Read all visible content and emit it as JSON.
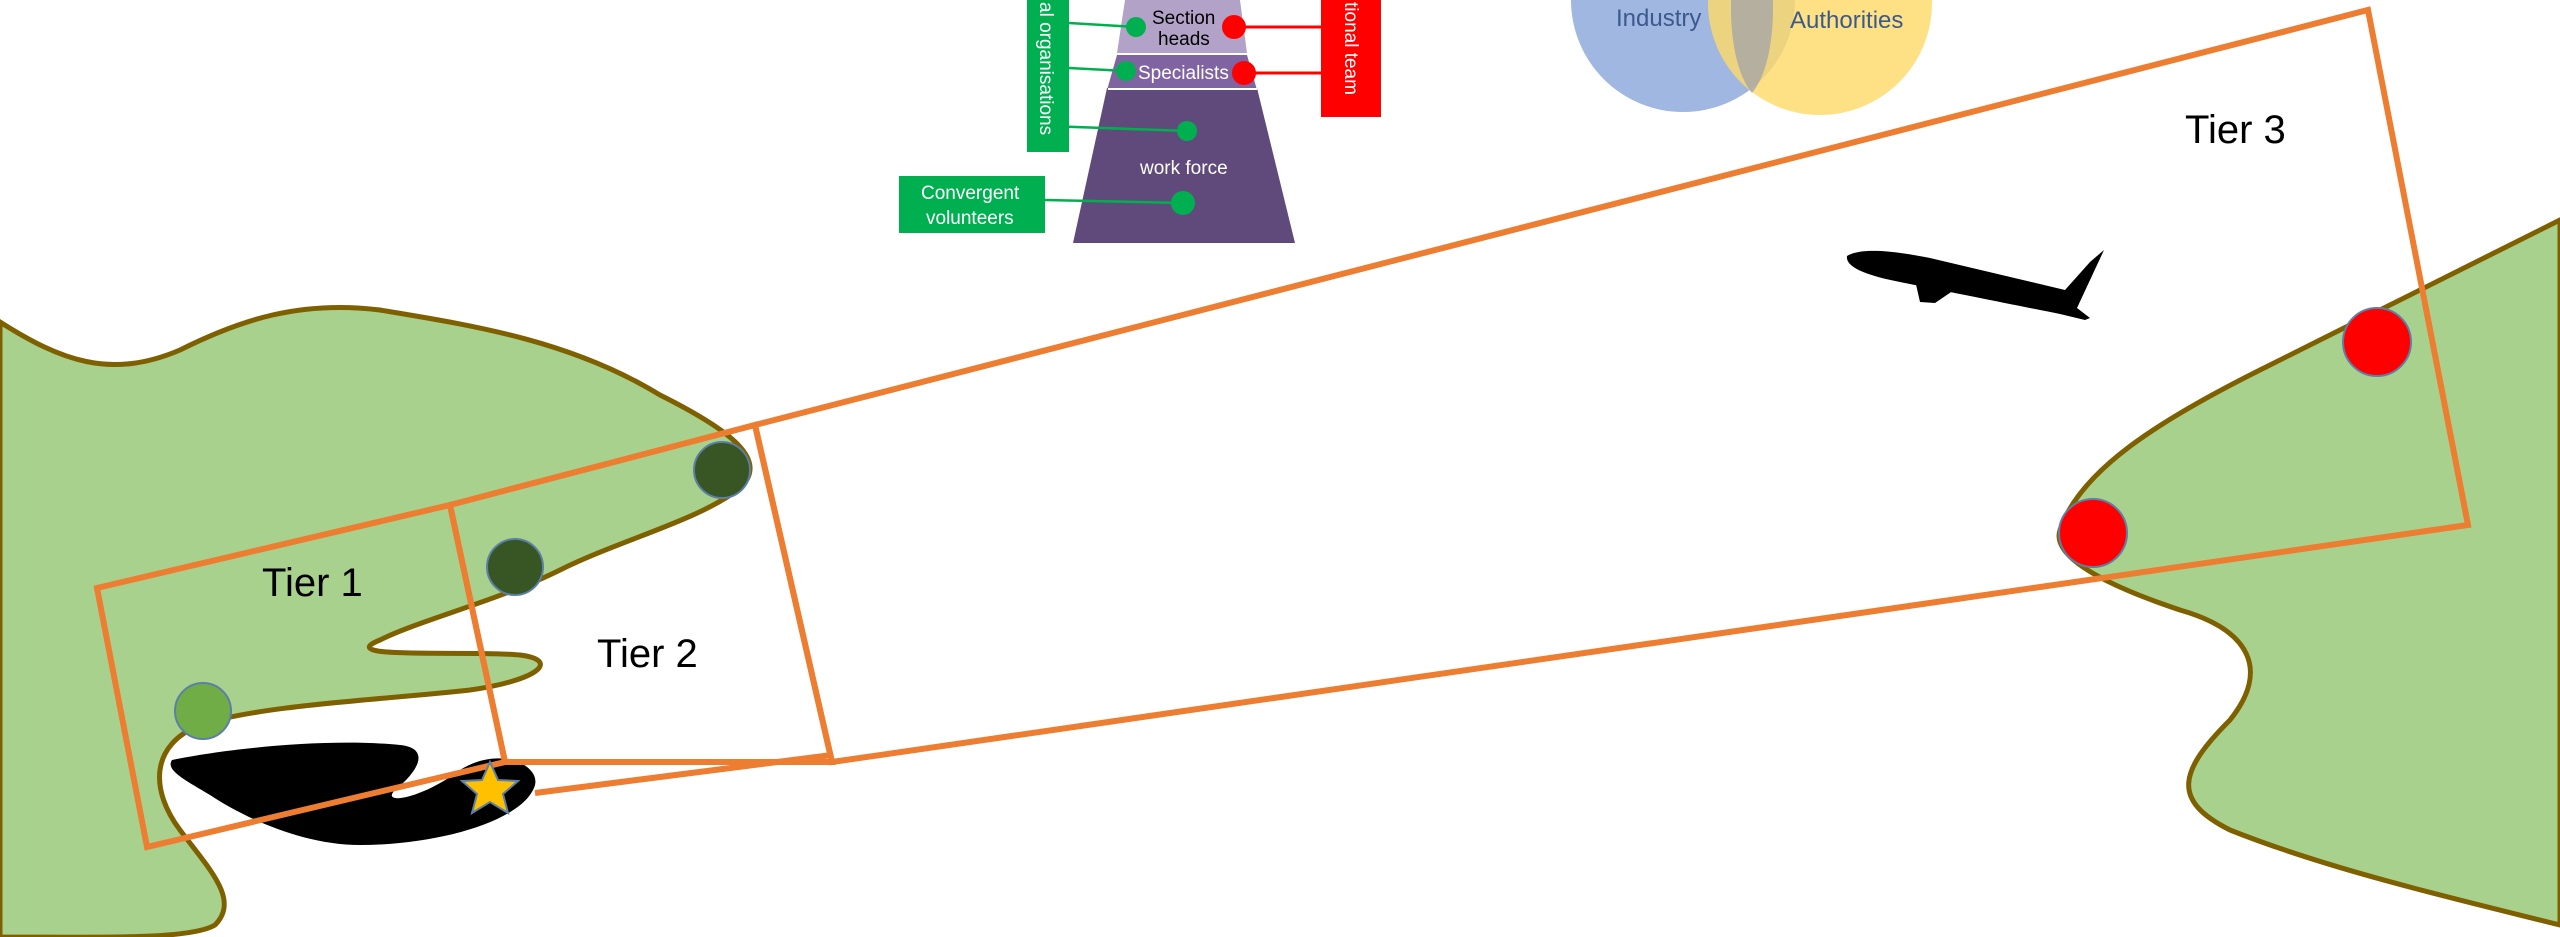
{
  "tiers": {
    "tier1": "Tier 1",
    "tier2": "Tier 2",
    "tier3": "Tier 3"
  },
  "pyramid": {
    "section_heads_line1": "Section",
    "section_heads_line2": "heads",
    "specialists": "Specialists",
    "work_force": "work force"
  },
  "side_boxes": {
    "left_vertical": "al organisations",
    "right_vertical": "tional team",
    "convergent_line1": "Convergent",
    "convergent_line2": "volunteers"
  },
  "venn": {
    "left": "Industry",
    "right": "Authorities"
  },
  "icons": {
    "aircraft": "airplane-icon",
    "incident": "star-icon"
  },
  "colors": {
    "land": "#a9d18e",
    "coast": "#7f6000",
    "tier_outline": "#ed7d31",
    "pyramid_base": "#604a7b",
    "pyramid_mid": "#8064a2",
    "pyramid_top": "#b3a2c7",
    "green_box": "#00b050",
    "red_box": "#ff0000",
    "marker_light_green": "#70ad47",
    "marker_dark_green": "#375623",
    "marker_red": "#ff0000",
    "venn_blue": "#8faadc",
    "venn_yellow": "#ffd966",
    "star": "#ffc000"
  }
}
